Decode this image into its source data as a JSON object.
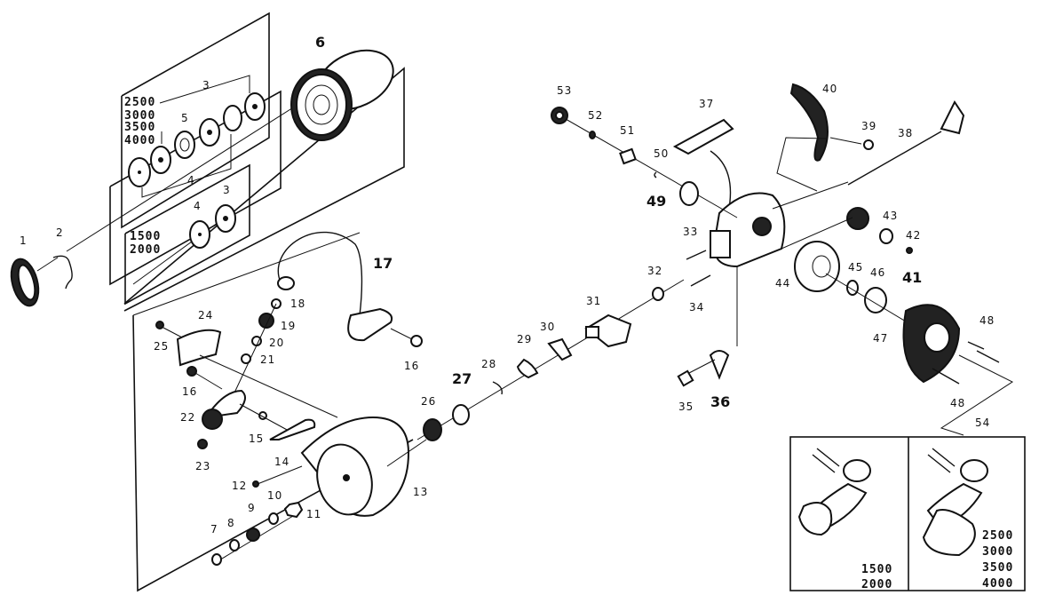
{
  "diagram": {
    "title": "Spinning reel exploded parts diagram",
    "spool_group": {
      "models_large": [
        "2500",
        "3000",
        "3500",
        "4000"
      ],
      "models_small": [
        "1500",
        "2000"
      ]
    },
    "handle_options": {
      "callout": "54",
      "small": {
        "models": [
          "1500",
          "2000"
        ]
      },
      "large": {
        "models": [
          "2500",
          "3000",
          "3500",
          "4000"
        ]
      }
    },
    "part_labels": {
      "p1": "1",
      "p2": "2",
      "p3a": "3",
      "p3b": "3",
      "p4a": "4",
      "p4b": "4",
      "p5": "5",
      "p6": "6",
      "p7": "7",
      "p8": "8",
      "p9": "9",
      "p10": "10",
      "p11": "11",
      "p12": "12",
      "p13": "13",
      "p14": "14",
      "p15": "15",
      "p16a": "16",
      "p16b": "16",
      "p17": "17",
      "p18": "18",
      "p19": "19",
      "p20": "20",
      "p21": "21",
      "p22": "22",
      "p23": "23",
      "p24": "24",
      "p25": "25",
      "p26": "26",
      "p27": "27",
      "p28": "28",
      "p29": "29",
      "p30": "30",
      "p31": "31",
      "p32": "32",
      "p33": "33",
      "p34": "34",
      "p35": "35",
      "p36": "36",
      "p37": "37",
      "p38": "38",
      "p39": "39",
      "p40": "40",
      "p41": "41",
      "p42": "42",
      "p43": "43",
      "p44": "44",
      "p45": "45",
      "p46": "46",
      "p47": "47",
      "p48a": "48",
      "p48b": "48",
      "p49": "49",
      "p50": "50",
      "p51": "51",
      "p52": "52",
      "p53": "53"
    }
  }
}
